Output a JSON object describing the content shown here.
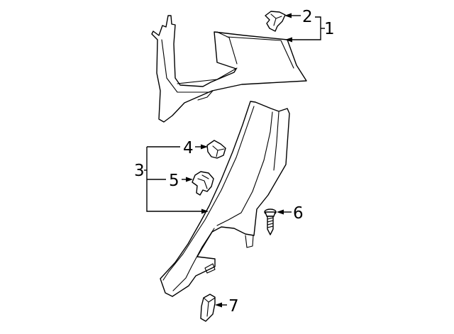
{
  "callouts": [
    {
      "number": "1"
    },
    {
      "number": "2"
    },
    {
      "number": "3"
    },
    {
      "number": "4"
    },
    {
      "number": "5"
    },
    {
      "number": "6"
    },
    {
      "number": "7"
    }
  ]
}
